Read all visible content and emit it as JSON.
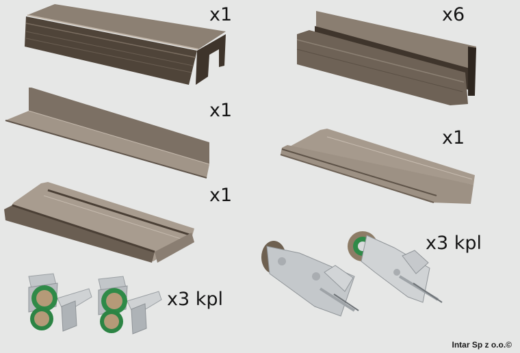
{
  "components": [
    {
      "id": "top-track-profile",
      "quantity": "x1"
    },
    {
      "id": "angle-profile",
      "quantity": "x1"
    },
    {
      "id": "bottom-track-profile",
      "quantity": "x1"
    },
    {
      "id": "door-frame-profile",
      "quantity": "x6"
    },
    {
      "id": "flat-profile",
      "quantity": "x1"
    },
    {
      "id": "top-guide-rollers",
      "quantity": "x3 kpl"
    },
    {
      "id": "bottom-carriage-rollers",
      "quantity": "x3 kpl"
    }
  ],
  "colors": {
    "background": "#e6e7e6",
    "profile_dark": "#4e4338",
    "profile_mid": "#7a6d60",
    "profile_light": "#a69a8d",
    "roller_green": "#2f8a48",
    "roller_core": "#b89a76",
    "steel": "#c9ccce"
  },
  "credit": "Intar Sp z o.o.©"
}
